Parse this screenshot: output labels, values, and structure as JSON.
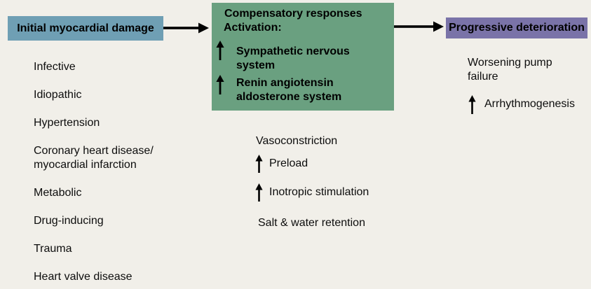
{
  "colors": {
    "background": "#f1efe9",
    "initial_box": "#6f9fb4",
    "compensatory_box": "#6aa080",
    "progressive_box": "#7a73a8",
    "arrow": "#000000"
  },
  "flow": {
    "initial": {
      "label": "Initial myocardial damage"
    },
    "compensatory": {
      "title": "Compensatory responses",
      "subtitle": "Activation:",
      "items": [
        {
          "icon": "up-arrow",
          "text": "Sympathetic nervous system"
        },
        {
          "icon": "up-arrow",
          "text": "Renin angiotensin aldosterone system"
        }
      ]
    },
    "progressive": {
      "label": "Progressive deterioration"
    }
  },
  "left_list": [
    "Infective",
    "Idiopathic",
    "Hypertension",
    "Coronary heart disease/ myocardial infarction",
    "Metabolic",
    "Drug-inducing",
    "Trauma",
    "Heart valve disease"
  ],
  "middle_list": [
    {
      "icon": null,
      "text": "Vasoconstriction"
    },
    {
      "icon": "up-arrow",
      "text": "Preload"
    },
    {
      "icon": "up-arrow",
      "text": "Inotropic stimulation"
    },
    {
      "icon": null,
      "text": "Salt & water retention"
    }
  ],
  "right_list": [
    {
      "icon": null,
      "text": "Worsening pump failure"
    },
    {
      "icon": "up-arrow",
      "text": "Arrhythmogenesis"
    }
  ]
}
